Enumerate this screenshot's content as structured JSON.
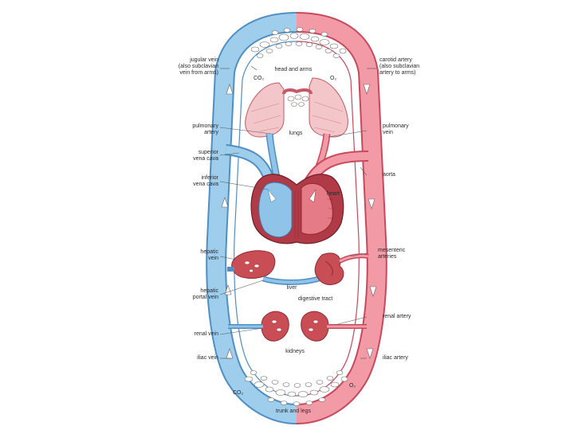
{
  "colors": {
    "vein": "#8fc3e8",
    "vein_edge": "#4f8fc4",
    "artery": "#ee8a98",
    "artery_edge": "#c9495c",
    "organ": "#c84d55",
    "organ_dark": "#8e2a33",
    "lung_fill": "#f3c6c9",
    "label_text": "#2a2a2a",
    "leader": "#555555"
  },
  "labels": {
    "jugular_vein": "jugular vein\n(also subclavian\nvein from arms)",
    "carotid_artery": "carotid artery\n(also subclavian\nartery to arms)",
    "head_and_arms": "head and arms",
    "co2_top": "CO₂",
    "o2_top": "O₂",
    "pulmonary_artery": "pulmonary\nartery",
    "lungs": "lungs",
    "pulmonary_vein": "pulmonary\nvein",
    "superior_vena_cava": "superior\nvena cava",
    "inferior_vena_cava": "inferior\nvena cava",
    "aorta": "aorta",
    "heart": "heart",
    "hepatic_vein": "hepatic\nvein",
    "mesenteric_arteries": "mesenteric\narteries",
    "liver": "liver",
    "hepatic_portal_vein": "hepatic\nportal vein",
    "digestive_tract": "digestive tract",
    "renal_vein": "renal vein",
    "renal_artery": "renal artery",
    "kidneys": "kidneys",
    "iliac_vein": "iliac vein",
    "iliac_artery": "iliac artery",
    "co2_bottom": "CO₂",
    "o2_bottom": "O₂",
    "trunk_and_legs": "trunk and legs"
  }
}
